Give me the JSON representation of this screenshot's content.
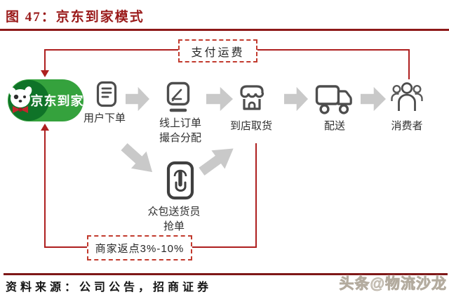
{
  "header": {
    "title": "图 47：京东到家模式"
  },
  "diagram": {
    "top_connector_label": "支付运费",
    "bottom_connector_label": "商家返点3%-10%",
    "logo_text": "京东到家",
    "steps": {
      "user_order": "用户下单",
      "online_order": {
        "line1": "线上订单",
        "line2": "撮合分配"
      },
      "store_pickup": "到店取货",
      "delivery": "配送",
      "consumer": "消费者",
      "crowd_courier": {
        "line1": "众包送货员",
        "line2": "抢单"
      }
    }
  },
  "footer": {
    "source": "资料来源：公司公告，招商证券",
    "watermark": "头条@物流沙龙"
  },
  "colors": {
    "accent_red": "#9a1a1a",
    "connector_red": "#ae1f1f",
    "logo_green": "#35a23d",
    "logo_dark_green": "#0f7328",
    "bow_red": "#c4262d",
    "arrow_gray": "#c9c9c9",
    "icon_gray": "#4d4d4d"
  }
}
